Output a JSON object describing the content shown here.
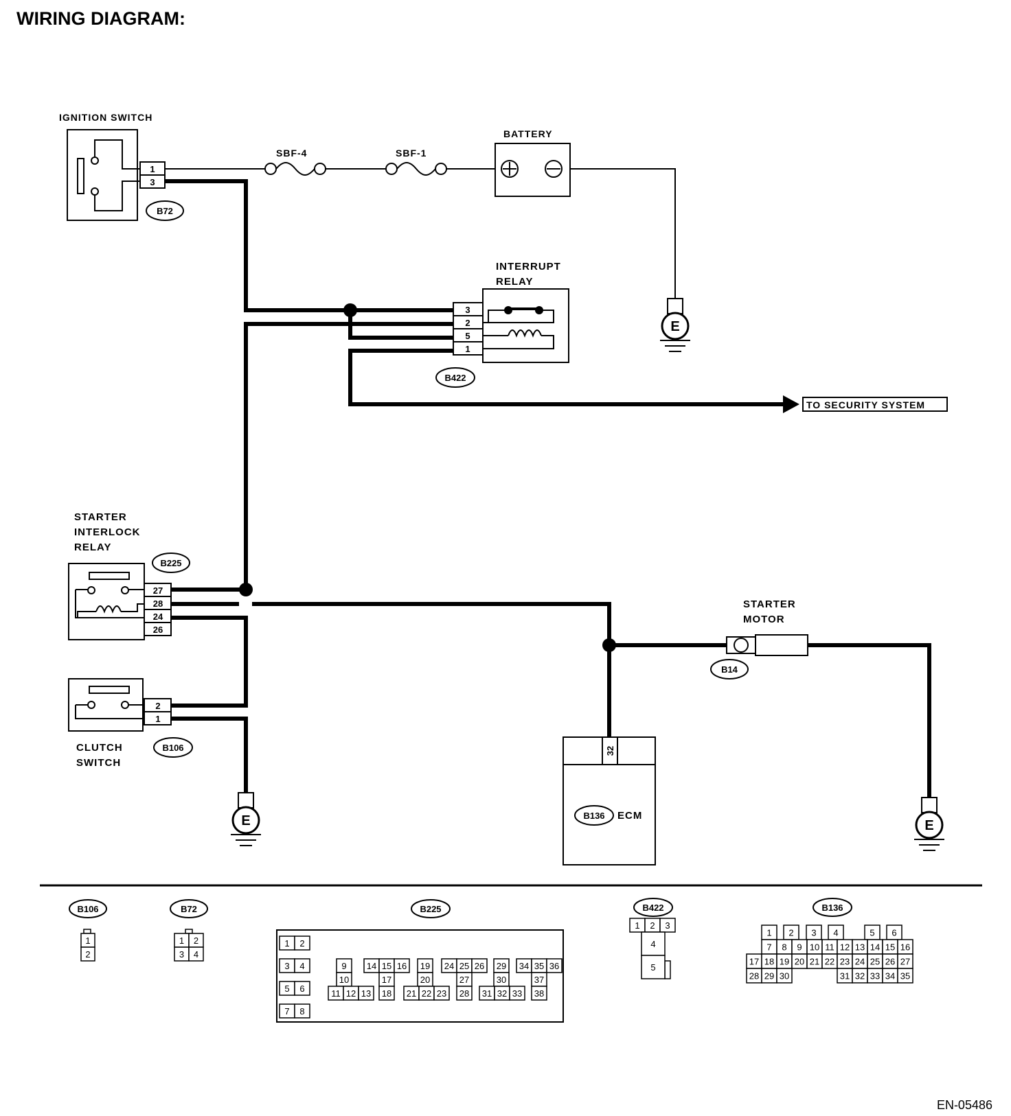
{
  "title": "WIRING DIAGRAM:",
  "figure_id": "EN-05486",
  "components": {
    "ignition_switch": {
      "label": "IGNITION SWITCH",
      "connector": "B72",
      "pins": [
        "1",
        "3"
      ]
    },
    "fuse_sbf4": {
      "label": "SBF-4"
    },
    "fuse_sbf1": {
      "label": "SBF-1"
    },
    "battery": {
      "label": "BATTERY"
    },
    "interrupt_relay": {
      "label_line1": "INTERRUPT",
      "label_line2": "RELAY",
      "connector": "B422",
      "pins": [
        "3",
        "2",
        "5",
        "1"
      ]
    },
    "security": {
      "label": "TO SECURITY SYSTEM"
    },
    "starter_interlock_relay": {
      "label_line1": "STARTER",
      "label_line2": "INTERLOCK",
      "label_line3": "RELAY",
      "connector": "B225",
      "pins": [
        "27",
        "28",
        "24",
        "26"
      ]
    },
    "clutch_switch": {
      "label_line1": "CLUTCH",
      "label_line2": "SWITCH",
      "connector": "B106",
      "pins": [
        "2",
        "1"
      ]
    },
    "starter_motor": {
      "label_line1": "STARTER",
      "label_line2": "MOTOR",
      "connector": "B14"
    },
    "ecm": {
      "label": "ECM",
      "connector": "B136",
      "pin": "32"
    },
    "ground_label": "E"
  },
  "connector_views": [
    {
      "id": "B106",
      "rows": [
        [
          "1"
        ],
        [
          "2"
        ]
      ]
    },
    {
      "id": "B72",
      "rows": [
        [
          "1",
          "2"
        ],
        [
          "3",
          "4"
        ]
      ]
    },
    {
      "id": "B225",
      "rows": [
        [
          "1",
          "2"
        ],
        [
          "3",
          "4"
        ],
        [
          "5",
          "6"
        ],
        [
          "7",
          "8"
        ],
        [
          "9",
          "14",
          "15",
          "16",
          "19",
          "24",
          "25",
          "26",
          "29",
          "34",
          "35",
          "36"
        ],
        [
          "10",
          "17",
          "20",
          "27",
          "30",
          "37"
        ],
        [
          "11",
          "12",
          "13",
          "18",
          "21",
          "22",
          "23",
          "28",
          "31",
          "32",
          "33",
          "38"
        ]
      ]
    },
    {
      "id": "B422",
      "rows": [
        [
          "1",
          "2",
          "3"
        ],
        [
          "4"
        ],
        [
          "5"
        ]
      ]
    },
    {
      "id": "B136",
      "rows": [
        [
          "1",
          "2",
          "3",
          "4",
          "5",
          "6"
        ],
        [
          "7",
          "8",
          "9",
          "10",
          "11",
          "12",
          "13",
          "14",
          "15",
          "16"
        ],
        [
          "17",
          "18",
          "19",
          "20",
          "21",
          "22",
          "23",
          "24",
          "25",
          "26",
          "27"
        ],
        [
          "28",
          "29",
          "30",
          "31",
          "32",
          "33",
          "34",
          "35"
        ]
      ]
    }
  ]
}
